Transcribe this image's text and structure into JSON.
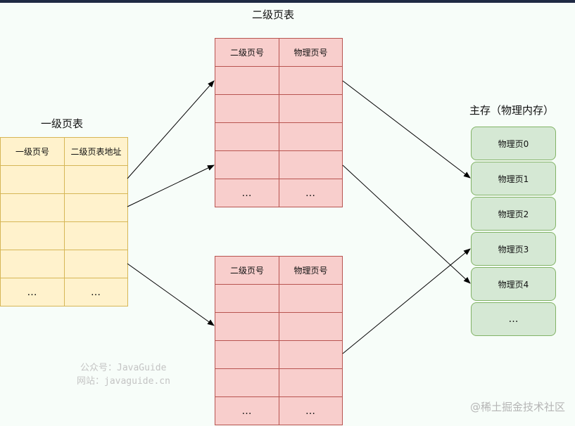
{
  "l1_table": {
    "title": "一级页表",
    "headers": [
      "一级页号",
      "二级页表地址"
    ],
    "ellipsis": "…"
  },
  "l2_table": {
    "title": "二级页表",
    "headers": [
      "二级页号",
      "物理页号"
    ],
    "ellipsis": "…"
  },
  "memory": {
    "title": "主存（物理内存）",
    "pages": [
      "物理页0",
      "物理页1",
      "物理页2",
      "物理页3",
      "物理页4",
      "…"
    ]
  },
  "watermark": {
    "line1": "公众号：JavaGuide",
    "line2": "网站：javaguide.cn",
    "brand": "@稀土掘金技术社区"
  },
  "colors": {
    "l1_fill": "#fff2cc",
    "l1_border": "#d6b656",
    "l2_fill": "#f8cecc",
    "l2_border": "#b85450",
    "mem_fill": "#d5e8d4",
    "mem_border": "#82b366"
  }
}
